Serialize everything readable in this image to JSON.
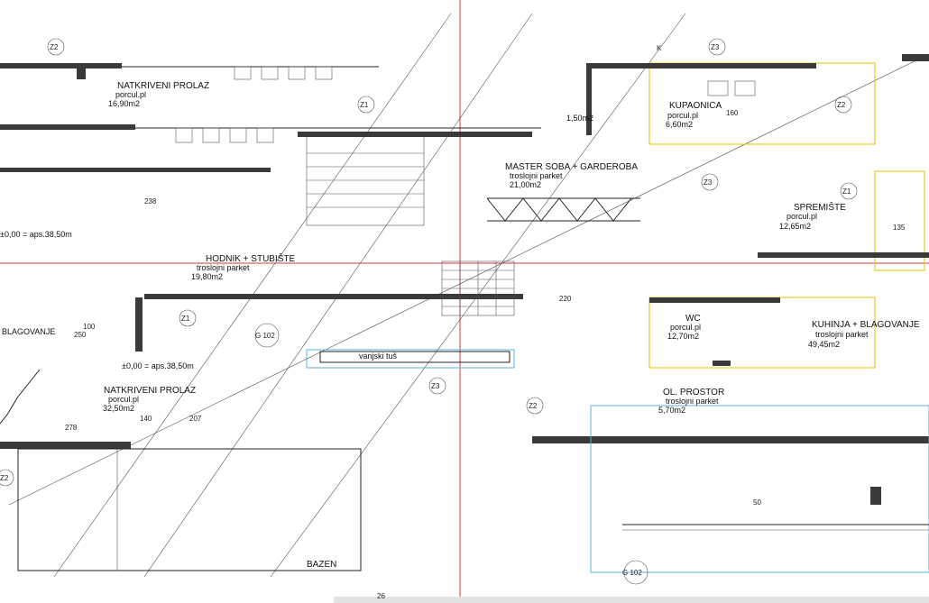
{
  "rooms": {
    "covered_passage_top": {
      "name": "NATKRIVENI PROLAZ",
      "floor": "porcul.pl",
      "area": "16,90m2"
    },
    "bathroom": {
      "name": "KUPAONICA",
      "floor": "porcul.pl",
      "area": "6,60m2"
    },
    "small_area": {
      "area": "1,50m2"
    },
    "master_room": {
      "name": "MASTER SOBA + GARDEROBA",
      "floor": "troslojni parket",
      "area": "21,00m2"
    },
    "storage": {
      "name": "SPREMIŠTE",
      "floor": "porcul.pl",
      "area": "12,65m2"
    },
    "hallway": {
      "name": "HODNIK + STUBIŠTE",
      "floor": "troslojni parket",
      "area": "19,80m2"
    },
    "wc": {
      "name": "WC",
      "floor": "porcul.pl",
      "area": "12,70m2"
    },
    "kitchen": {
      "name": "KUHINJA + BLAGOVANJE",
      "floor": "troslojni parket",
      "area": "49,45m2"
    },
    "living": {
      "name": "OL. PROSTOR",
      "floor": "troslojni parket",
      "area": "5,70m2"
    },
    "covered_passage_bottom": {
      "name": "NATKRIVENI PROLAZ",
      "floor": "porcul.pl",
      "area": "32,50m2"
    },
    "pool": {
      "name": "BAZEN"
    },
    "outdoor_shower": {
      "name": "vanjski tuš"
    },
    "dining_left": {
      "name": "BLAGOVANJE"
    }
  },
  "levels": {
    "level_a": "±0,00 = aps.38,50m",
    "level_b": "±0,00 = aps.38,50m"
  },
  "tags": {
    "z1": "Z1",
    "z2": "Z2",
    "z3": "Z3",
    "g102": "G 102",
    "k": "K"
  },
  "dims": {
    "d278": "278",
    "d207": "207",
    "d140": "140",
    "d100": "100",
    "d250": "250",
    "d220": "220",
    "d238": "238",
    "d160": "160",
    "d135": "135",
    "d50": "50",
    "d26": "26"
  },
  "colors": {
    "wall": "#3a3a3a",
    "axis_red": "#d23a3a",
    "outline_yellow": "#e6c200",
    "outline_blue": "#5fb0e0",
    "outline_magenta": "#c040c0"
  }
}
